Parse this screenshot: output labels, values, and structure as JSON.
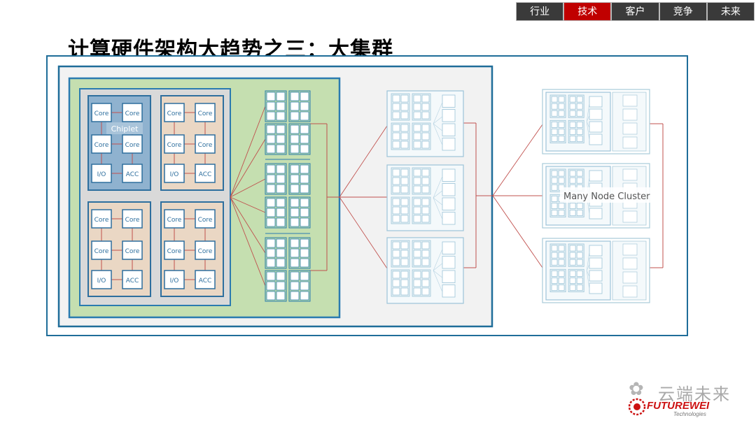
{
  "nav": {
    "tabs": [
      {
        "label": "行业",
        "active": false
      },
      {
        "label": "技术",
        "active": true
      },
      {
        "label": "客户",
        "active": false
      },
      {
        "label": "竞争",
        "active": false
      },
      {
        "label": "未来",
        "active": false
      }
    ]
  },
  "page": {
    "title": "计算硬件架构大趋势之三：大集群"
  },
  "diagram": {
    "core_label": "Core",
    "io_label": "I/O",
    "acc_label": "ACC",
    "chiplet_label": "Chiplet",
    "cluster_label": "Many Node Cluster"
  },
  "watermark": {
    "account_name": "云端未来",
    "brand": "FUTUREWEI",
    "brand_sub": "Technologies"
  },
  "colors": {
    "nav_bg": "#3a3a3a",
    "nav_active": "#c00000",
    "frame_blue": "#1f6d99",
    "board_green": "#c5dfb0",
    "chiplet_tan": "#ead7c4",
    "chiplet_blue": "#8fb2cf",
    "link_red": "#c0504d"
  }
}
